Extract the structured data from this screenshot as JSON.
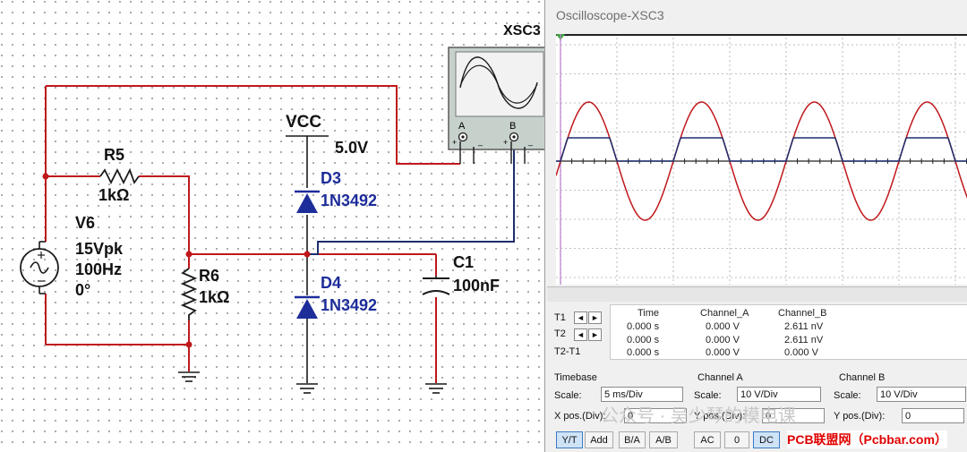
{
  "schematic": {
    "xsc_label": "XSC3",
    "vcc_label": "VCC",
    "vcc_value": "5.0V",
    "r5_name": "R5",
    "r5_value": "1kΩ",
    "r6_name": "R6",
    "r6_value": "1kΩ",
    "v6_name": "V6",
    "v6_amp": "15Vpk",
    "v6_freq": "100Hz",
    "v6_phase": "0°",
    "d3_name": "D3",
    "d3_part": "1N3492",
    "d4_name": "D4",
    "d4_part": "1N3492",
    "c1_name": "C1",
    "c1_value": "100nF",
    "inst_a": "A",
    "inst_b": "B",
    "plus": "+",
    "minus": "_",
    "colors": {
      "wire_red": "#c0181b",
      "wire_blue": "#1d2d6e",
      "part_blue": "#1d2d9a"
    }
  },
  "scope": {
    "title": "Oscilloscope-XSC3",
    "cursors": {
      "t1": "T1",
      "t2": "T2",
      "t2t1": "T2-T1",
      "arrow_left": "◄",
      "arrow_right": "►"
    },
    "table": {
      "headers": [
        "Time",
        "Channel_A",
        "Channel_B"
      ],
      "rows": [
        [
          "0.000 s",
          "0.000 V",
          "2.611 nV"
        ],
        [
          "0.000 s",
          "0.000 V",
          "2.611 nV"
        ],
        [
          "0.000 s",
          "0.000 V",
          "0.000 V"
        ]
      ]
    },
    "timebase": {
      "title": "Timebase",
      "scale_label": "Scale:",
      "scale_value": "5 ms/Div",
      "xpos_label": "X pos.(Div):",
      "xpos_value": "0",
      "buttons": [
        "Y/T",
        "Add",
        "B/A",
        "A/B"
      ]
    },
    "channel_a": {
      "title": "Channel A",
      "scale_label": "Scale:",
      "scale_value": "10  V/Div",
      "ypos_label": "Y pos.(Div):",
      "ypos_value": "0",
      "buttons": [
        "AC",
        "0",
        "DC"
      ]
    },
    "channel_b": {
      "title": "Channel B",
      "scale_label": "Scale:",
      "scale_value": "10  V/Div",
      "ypos_label": "Y pos.(Div):",
      "ypos_value": "0"
    },
    "trace_colors": {
      "channel_a": "#c0181b",
      "channel_b": "#1d2d6e"
    }
  },
  "watermarks": {
    "wechat": "公众号 · 吴少琴的模电课",
    "site": "PCB联盟网（Pcbbar.com）"
  }
}
